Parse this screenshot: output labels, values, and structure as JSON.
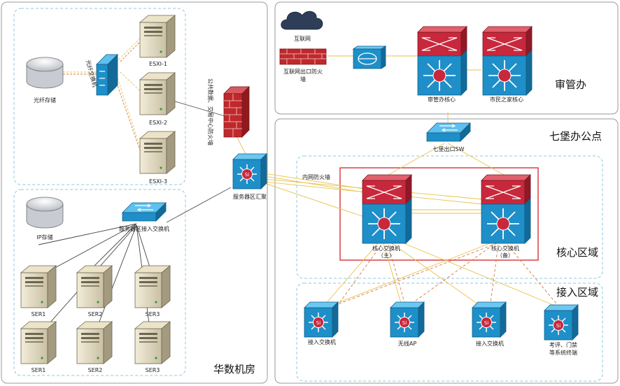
{
  "regions": {
    "huashu": "华数机房",
    "shenguanban": "审管办",
    "qibao": "七堡办公点",
    "core": "核心区域",
    "access": "接入区域"
  },
  "devices": {
    "storage_top": "光纤存储",
    "fiber_switch": "光纤交换机",
    "esxi1": "ESXI-1",
    "esxi2": "ESXI-2",
    "esxi3": "ESXI-3",
    "public_fw": "公共数据、交易中心防火墙",
    "ip_storage": "IP存储",
    "server_access_sw": "服务器区接入交换机",
    "ser1a": "SER1",
    "ser2a": "SER2",
    "ser3a": "SER3",
    "ser1b": "SER1",
    "ser2b": "SER2",
    "ser3b": "SER3",
    "server_agg": "服务器区汇聚",
    "internet": "互联网",
    "internet_fw": "互联网出口防火墙",
    "sgb_core": "审管办核心",
    "smzj_core": "市民之家核心",
    "qibao_sw": "七堡出口SW",
    "inner_fw": "内网防火墙",
    "core_main": "核心交换机（主）",
    "core_backup": "核心交换机（备）",
    "access_sw1": "接入交换机",
    "wireless_ap": "无线AP",
    "access_sw2": "接入交换机",
    "terminals": "考评、门禁等系统终端"
  },
  "colors": {
    "switch_blue": "#1e8fc8",
    "router_red": "#c8283c",
    "firewall_red": "#c0282c",
    "link_yellow": "#e8c24a",
    "link_orange_dash": "#d9783c",
    "zone_border": "#8cc8e0",
    "frame_red": "#d2232a"
  }
}
